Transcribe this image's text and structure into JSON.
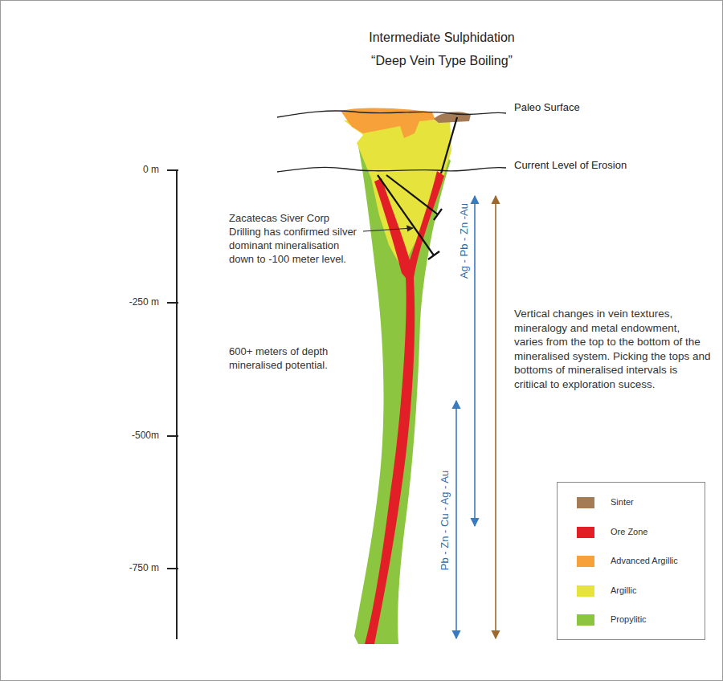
{
  "diagram": {
    "title": "Intermediate Sulphidation",
    "labels": [
      "“Deep Vein Type Boiling”",
      "Paleo Surface",
      "Current Level of Erosion",
      "0 m",
      "-250 m",
      "-500m",
      "-750 m",
      "Zacatecas Siver Corp Drilling has confirmed silver dominant mineralisation down to -100 meter level.",
      "600+ meters of depth mineralised potential.",
      "Ag - Pb - Zn -Au",
      "Pb - Zn - Cu - Ag - Au",
      "Vertical changes in vein textures, mineralogy and metal endowment, varies from the top to the bottom of the mineralised system. Picking the tops and bottoms of mineralised intervals is critiical to exploration sucess."
    ],
    "legend": [
      {
        "text": "Sinter",
        "color": "#a57b55"
      },
      {
        "text": "Ore Zone",
        "color": "#e21f26"
      },
      {
        "text": "Advanced Argillic",
        "color": "#f6a13a"
      },
      {
        "text": "Argillic",
        "color": "#e6e33c"
      },
      {
        "text": "Propylitic",
        "color": "#8cc540"
      }
    ]
  }
}
